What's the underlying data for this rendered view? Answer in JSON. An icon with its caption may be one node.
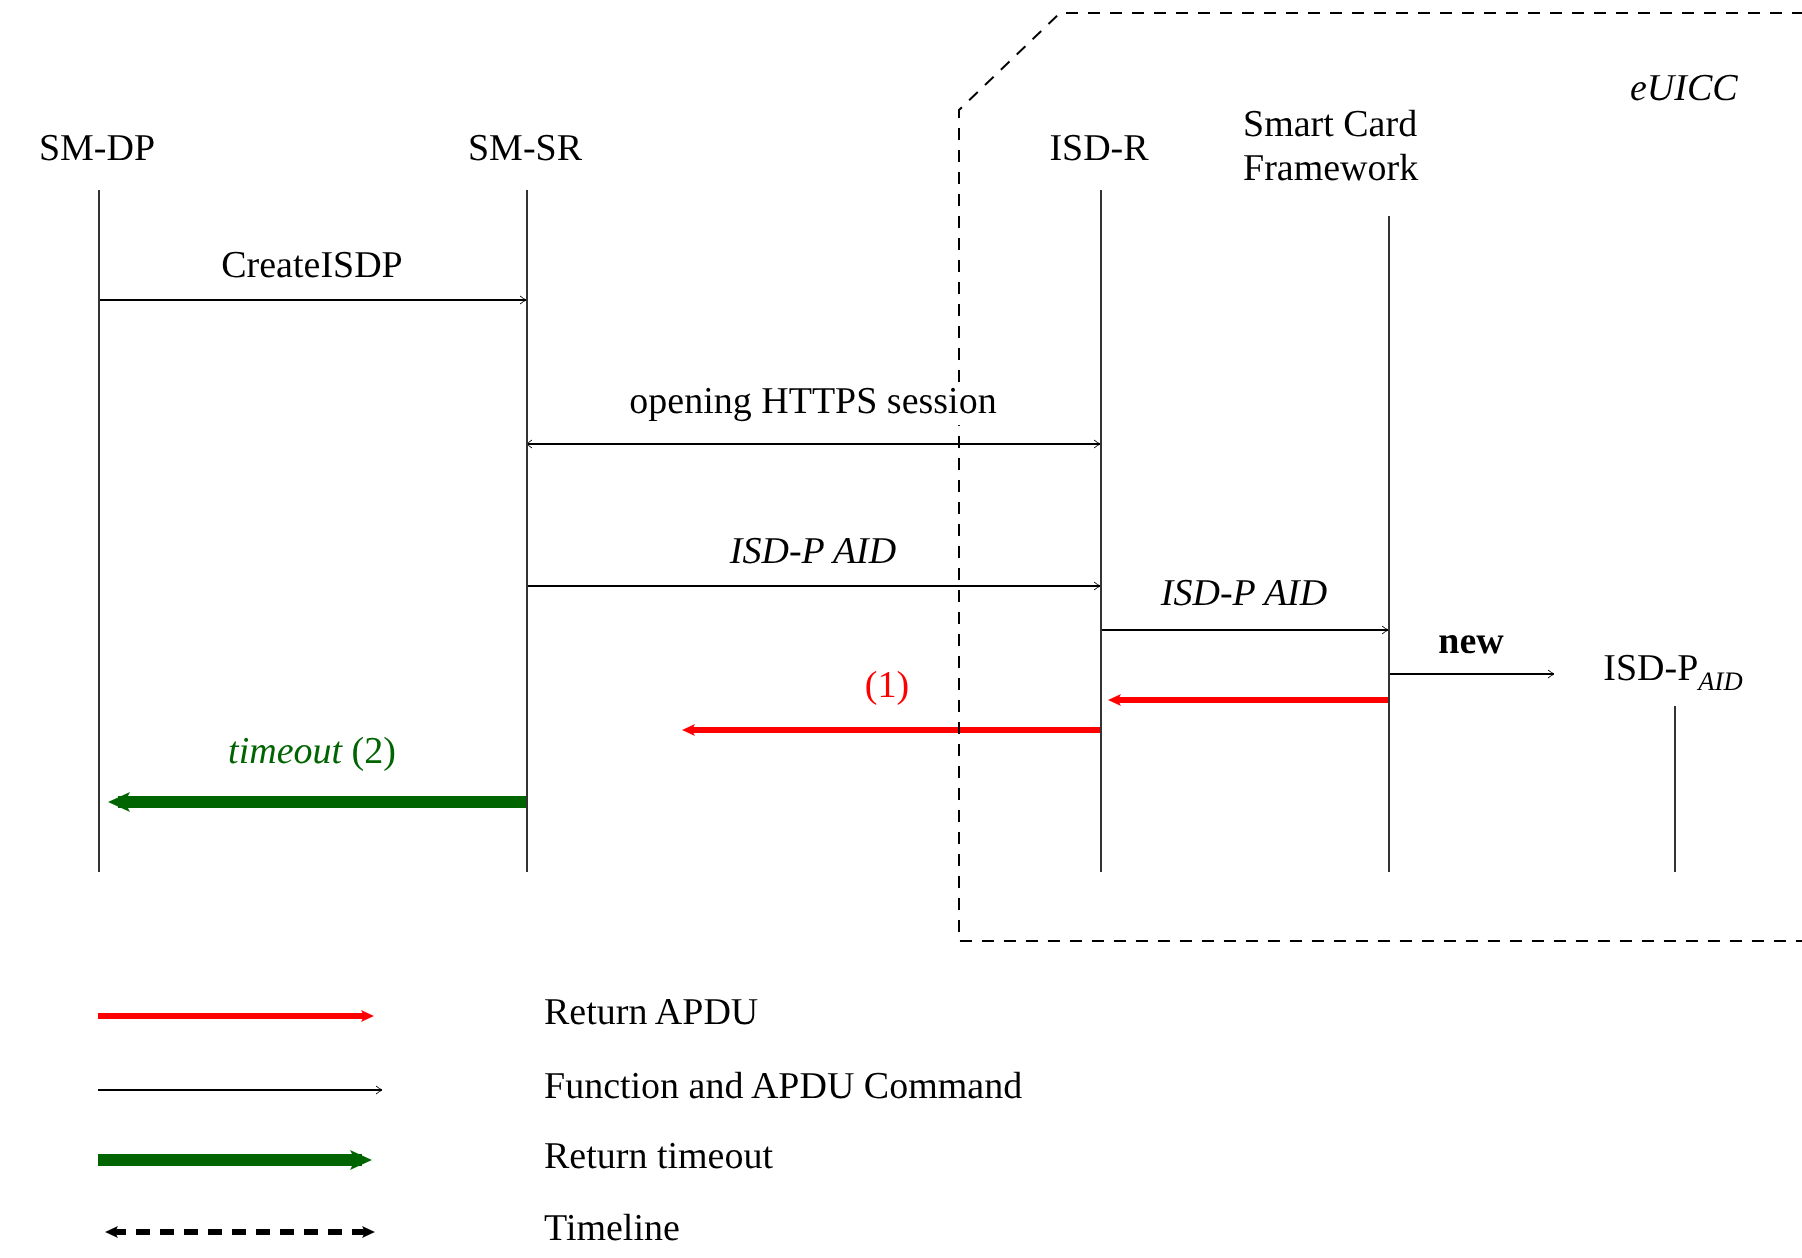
{
  "diagram": {
    "nodes": [
      {
        "text": [
          "eUICC"
        ]
      },
      {
        "text": [
          "SM-DP"
        ]
      },
      {
        "text": [
          "SM-SR"
        ]
      },
      {
        "text": [
          "ISD-R"
        ],
        "in": 0
      },
      {
        "text": [
          "Smart Card Framework"
        ],
        "in": 0
      },
      {
        "text": [
          "ISD-P$_{AID}$"
        ],
        "in": 0
      }
    ],
    "edges": [
      {
        "from": 1,
        "to": 2,
        "arrow": "to",
        "label": "CreateISDP"
      },
      {
        "from": 2,
        "to": 3,
        "arrow": "both",
        "label": "opening HTTPS session"
      },
      {
        "from": 2,
        "to": 3,
        "arrow": "to",
        "label": "ISD-P AID"
      },
      {
        "from": 3,
        "to": 4,
        "arrow": "to",
        "label": "ISD-P AID"
      },
      {
        "from": 4,
        "to": 5,
        "arrow": "to",
        "label": "new"
      },
      {
        "from": 4,
        "to": 3,
        "arrow": "to",
        "style": "thick",
        "color": "#ff0000"
      },
      {
        "from": 3,
        "to": null,
        "arrow": "to",
        "label": "(1)",
        "style": "thick",
        "color": "#ff0000"
      },
      {
        "from": 2,
        "to": 1,
        "arrow": "to",
        "label": "*timeout* (2)",
        "style": "thick",
        "color": "#006400"
      }
    ],
    "legend": [
      {
        "text": "Return APDU"
      },
      {
        "text": "Function and APDU Command"
      },
      {
        "text": "Return timeout"
      },
      {
        "text": "Timeline"
      }
    ]
  }
}
